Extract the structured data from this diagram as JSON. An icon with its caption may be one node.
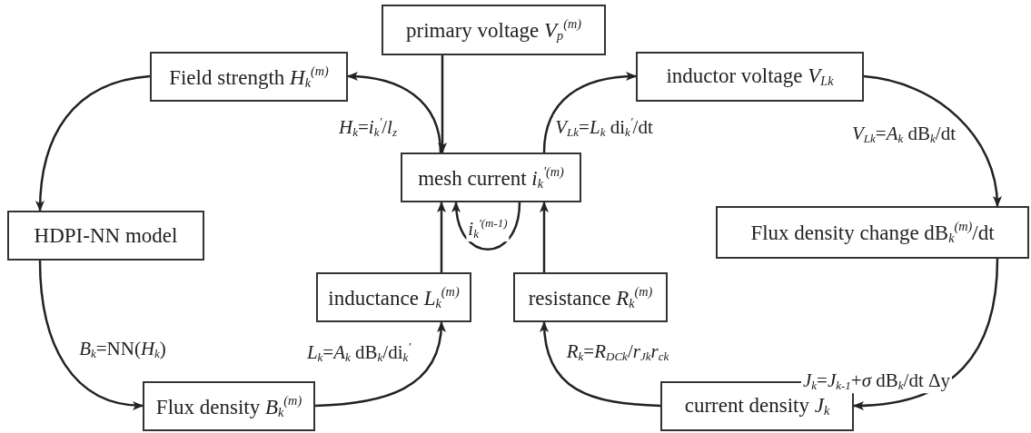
{
  "diagram": {
    "nodes": [
      {
        "text": [
          "primary voltage *V*$_{p}$$^{(m)}$"
        ]
      },
      {
        "text": [
          "Field strength *H*$_{k}$$^{(m)}$"
        ]
      },
      {
        "text": [
          "mesh current *i*$_{k}$$^{'(m)}$"
        ]
      },
      {
        "text": [
          "inductor voltage *V*$_{Lk}$"
        ]
      },
      {
        "text": [
          "HDPI-NN model"
        ]
      },
      {
        "text": [
          "Flux density change dB$_{k}$$^{(m)}$/dt"
        ]
      },
      {
        "text": [
          "inductance *L*$_{k}$$^{(m)}$"
        ]
      },
      {
        "text": [
          "resistance *R*$_{k}$$^{(m)}$"
        ]
      },
      {
        "text": [
          "Flux density *B*$_{k}$$^{(m)}$"
        ]
      },
      {
        "text": [
          "current density *J*$_{k}$"
        ]
      }
    ],
    "edges": [
      {
        "from": 0,
        "to": 2,
        "arrow": "to"
      },
      {
        "from": 2,
        "to": 1,
        "arrow": "to",
        "label": "*H*$_{k}$=*i*$_{k}$$^{'}$/*l*$_{z}$"
      },
      {
        "from": 2,
        "to": 3,
        "arrow": "to",
        "label": "*V*$_{Lk}$=*L*$_{k}$ di$_{k}$$^{'}$/dt"
      },
      {
        "from": 1,
        "to": 4,
        "arrow": "to"
      },
      {
        "from": 3,
        "to": 5,
        "arrow": "to",
        "label": "*V*$_{Lk}$=*A*$_{k}$ dB$_{k}$/dt"
      },
      {
        "from": 4,
        "to": 8,
        "arrow": "to",
        "label": "*B*$_{k}$=NN(*H*$_{k}$)"
      },
      {
        "from": 5,
        "to": 9,
        "arrow": "to",
        "label": "*J*$_{k}$=*J*$_{k-1}$+*σ* dB$_{k}$/dt Δy"
      },
      {
        "from": 8,
        "to": 6,
        "arrow": "to",
        "label": "*L*$_{k}$=*A*$_{k}$ dB$_{k}$/di$_{k}$$^{'}$"
      },
      {
        "from": 9,
        "to": 7,
        "arrow": "to",
        "label": "*R*$_{k}$=*R*$_{DCk}$/*r*$_{Jk}$*r*$_{ck}$"
      },
      {
        "from": 6,
        "to": 2,
        "arrow": "to"
      },
      {
        "from": 7,
        "to": 2,
        "arrow": "to"
      },
      {
        "from": 2,
        "to": 2,
        "arrow": "to",
        "label": "*i*$_{k}$$^{'(m-1)}$"
      }
    ]
  }
}
